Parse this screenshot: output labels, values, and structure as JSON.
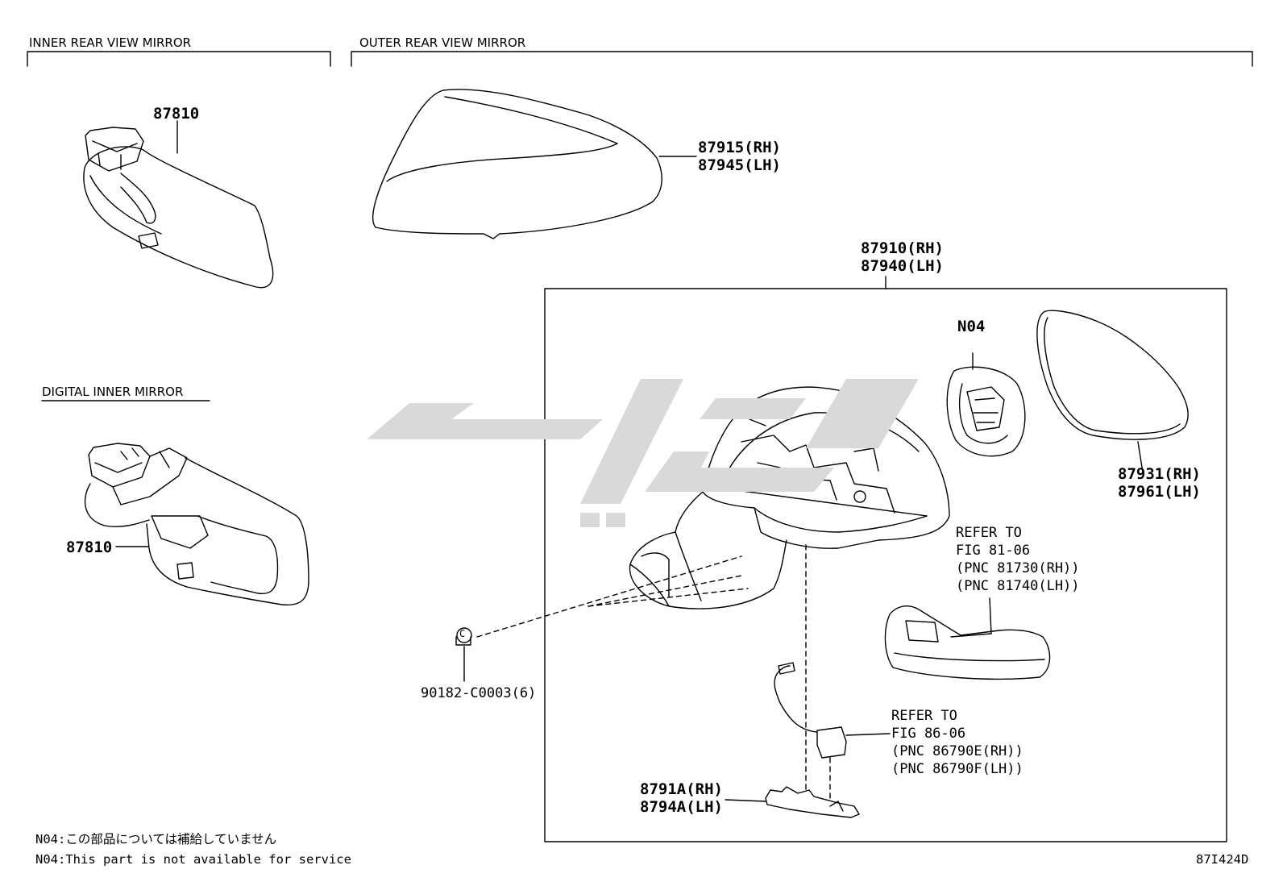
{
  "sections": {
    "inner": "INNER REAR VIEW MIRROR",
    "outer": "OUTER REAR VIEW MIRROR",
    "digital": "DIGITAL INNER MIRROR"
  },
  "parts": {
    "inner_mirror": "87810",
    "digital_mirror": "87810",
    "cover_rh": "87915(RH)",
    "cover_lh": "87945(LH)",
    "assy_rh": "87910(RH)",
    "assy_lh": "87940(LH)",
    "n04": "N04",
    "glass_rh": "87931(RH)",
    "glass_lh": "87961(LH)",
    "clip": "90182-C0003(6)",
    "cover_lower_rh": "8791A(RH)",
    "cover_lower_lh": "8794A(LH)",
    "clip_symbol": "C"
  },
  "refs": {
    "signal": [
      "REFER TO",
      "FIG 81-06",
      "(PNC 81730(RH))",
      "(PNC 81740(LH))"
    ],
    "camera": [
      "REFER TO",
      "FIG 86-06",
      "(PNC 86790E(RH))",
      "(PNC 86790F(LH))"
    ]
  },
  "notes": {
    "jp": "N04:この部品については補給していません",
    "en": "N04:This part is not available for service"
  },
  "figure_id": "87I424D"
}
